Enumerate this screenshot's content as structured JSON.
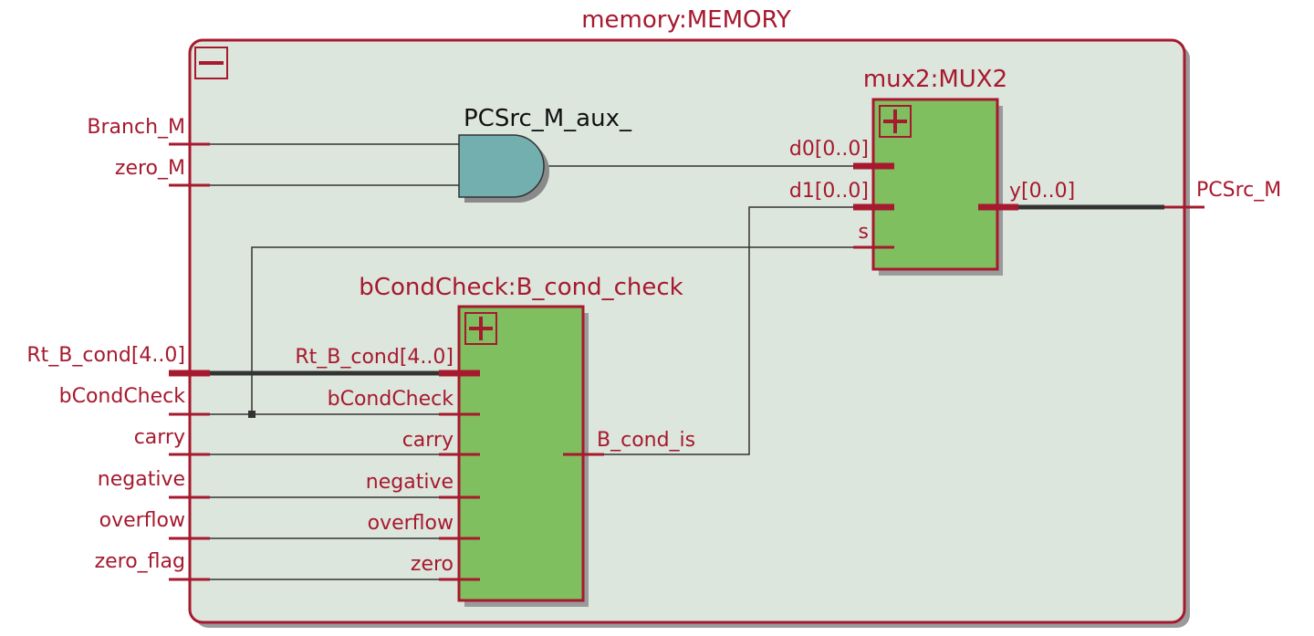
{
  "module": {
    "title": "memory:MEMORY",
    "collapse_icon": "minus-icon",
    "colors": {
      "border": "#a6192e",
      "body": "#dde6dd",
      "block_fill": "#80bf5f",
      "gate_fill": "#74afaf",
      "wire": "#333333"
    }
  },
  "inputs": {
    "branch": "Branch_M",
    "zero": "zero_M",
    "rt_b_cond": "Rt_B_cond[4..0]",
    "bcondcheck": "bCondCheck",
    "carry": "carry",
    "negative": "negative",
    "overflow": "overflow",
    "zero_flag": "zero_flag"
  },
  "outputs": {
    "pcsrc": "PCSrc_M"
  },
  "and_gate": {
    "label": "PCSrc_M_aux_"
  },
  "mux": {
    "title": "mux2:MUX2",
    "expand_icon": "plus-icon",
    "d0": "d0[0..0]",
    "d1": "d1[0..0]",
    "s": "s",
    "y": "y[0..0]"
  },
  "bcond": {
    "title": "bCondCheck:B_cond_check",
    "expand_icon": "plus-icon",
    "in_rt": "Rt_B_cond[4..0]",
    "in_bcondcheck": "bCondCheck",
    "in_carry": "carry",
    "in_negative": "negative",
    "in_overflow": "overflow",
    "in_zero": "zero",
    "out": "B_cond_is"
  }
}
